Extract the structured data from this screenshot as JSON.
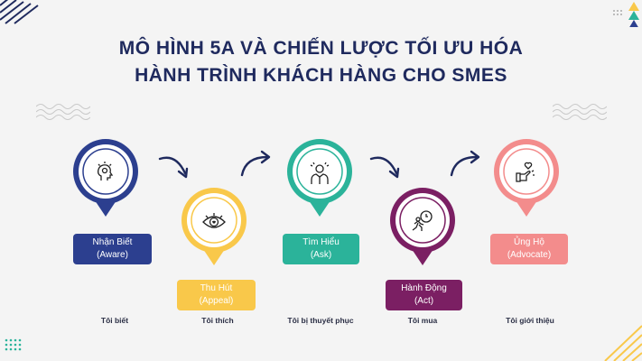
{
  "title_line1": "MÔ HÌNH 5A VÀ CHIẾN LƯỢC TỐI ƯU HÓA",
  "title_line2": "HÀNH TRÌNH KHÁCH HÀNG CHO SMES",
  "stages": [
    {
      "name": "Nhận Biết",
      "sub": "(Aware)",
      "caption": "Tôi biết",
      "color": "#2c3f8f",
      "icon": "head-idea-icon"
    },
    {
      "name": "Thu Hút",
      "sub": "(Appeal)",
      "caption": "Tôi thích",
      "color": "#f9c84a",
      "icon": "eye-heart-icon"
    },
    {
      "name": "Tìm Hiểu",
      "sub": "(Ask)",
      "caption": "Tôi bị thuyết phục",
      "color": "#2bb39a",
      "icon": "thinking-person-icon"
    },
    {
      "name": "Hành Động",
      "sub": "(Act)",
      "caption": "Tôi mua",
      "color": "#7b1f63",
      "icon": "running-clock-icon"
    },
    {
      "name": "Ủng Hộ",
      "sub": "(Advocate)",
      "caption": "Tôi giới thiệu",
      "color": "#f38c8c",
      "icon": "heart-hand-icon"
    }
  ]
}
